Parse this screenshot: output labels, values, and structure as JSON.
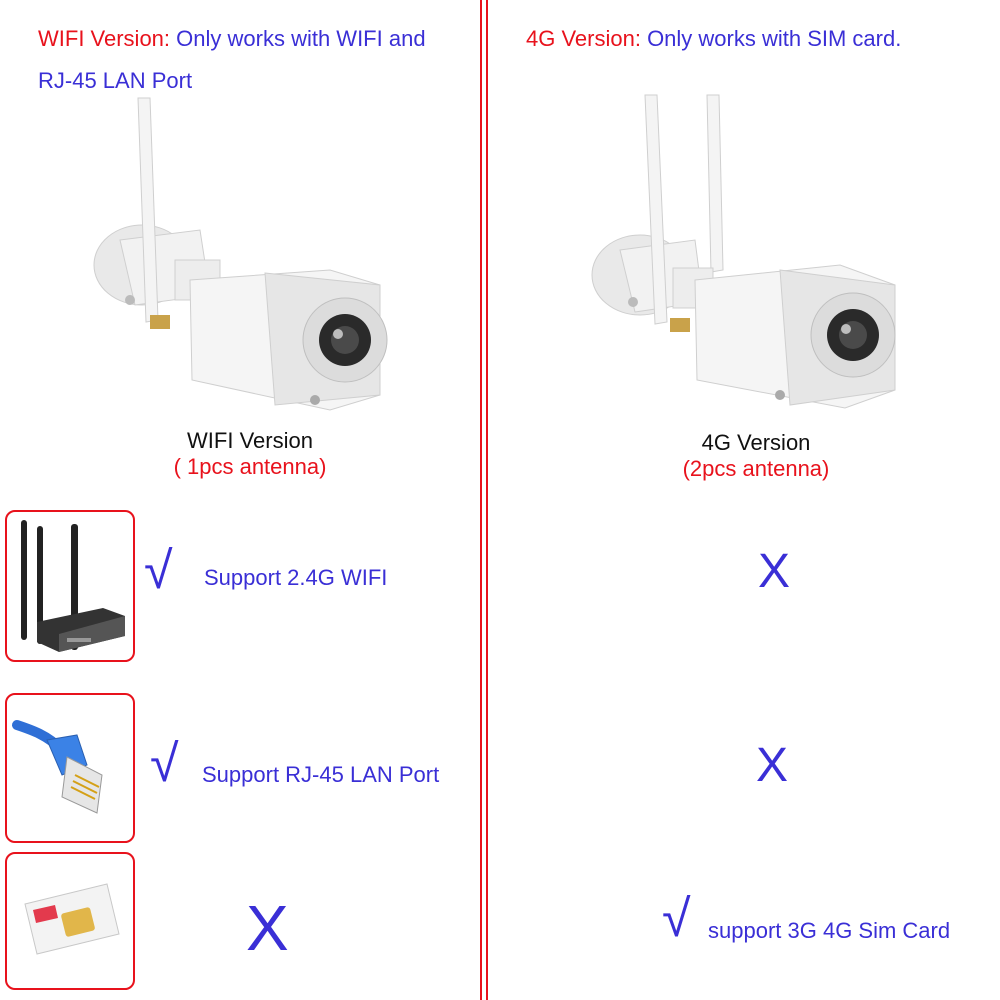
{
  "left": {
    "header_label": "WIFI Version:",
    "header_text": " Only works with WIFI and",
    "header_text_line2": "RJ-45 LAN Port",
    "caption": "WIFI Version",
    "caption_sub": "( 1pcs antenna)"
  },
  "right": {
    "header_label": "4G Version:",
    "header_text": " Only works with SIM card.",
    "caption": "4G Version",
    "caption_sub": "(2pcs antenna)"
  },
  "rows": [
    {
      "left_mark": "√",
      "left_text": "Support 2.4G WIFI",
      "right_mark": "X",
      "right_text": ""
    },
    {
      "left_mark": "√",
      "left_text": "Support RJ-45 LAN Port",
      "right_mark": "X",
      "right_text": ""
    },
    {
      "left_mark": "X",
      "left_text": "",
      "right_mark": "√",
      "right_text": "support 3G 4G Sim Card"
    }
  ],
  "colors": {
    "accent_red": "#e8121c",
    "text_blue": "#3a2fd6"
  },
  "icons": [
    "camera-icon",
    "router-icon",
    "ethernet-cable-icon",
    "sim-card-icon"
  ]
}
